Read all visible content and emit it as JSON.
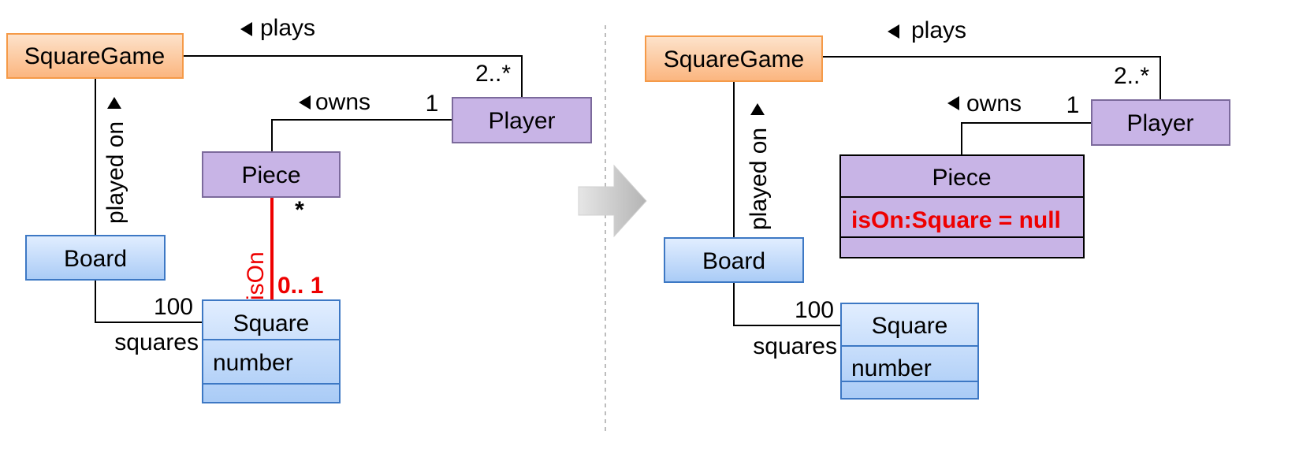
{
  "left": {
    "square_game": "SquareGame",
    "player": "Player",
    "piece": "Piece",
    "board": "Board",
    "square": "Square",
    "square_attr": "number",
    "plays": "plays",
    "plays_mult": "2..*",
    "owns": "owns",
    "owns_mult": "1",
    "played_on": "played on",
    "piece_mult": "*",
    "is_on": "isOn",
    "is_on_mult": "0.. 1",
    "squares_mult": "100",
    "squares_role": "squares"
  },
  "right": {
    "square_game": "SquareGame",
    "player": "Player",
    "piece": "Piece",
    "piece_attr": "isOn:Square = null",
    "board": "Board",
    "square": "Square",
    "square_attr": "number",
    "plays": "plays",
    "plays_mult": "2..*",
    "owns": "owns",
    "owns_mult": "1",
    "played_on": "played on",
    "squares_mult": "100",
    "squares_role": "squares"
  },
  "colors": {
    "orange_top": "#fde3cc",
    "orange_bottom": "#fbb57e",
    "orange_border": "#f59a48",
    "purple_fill": "#c8b4e6",
    "purple_border": "#7c6a9c",
    "blue_top": "#e2eeff",
    "blue_bottom": "#a9cbf6",
    "blue_border": "#3d78c4",
    "association_highlight": "#ee0000"
  }
}
